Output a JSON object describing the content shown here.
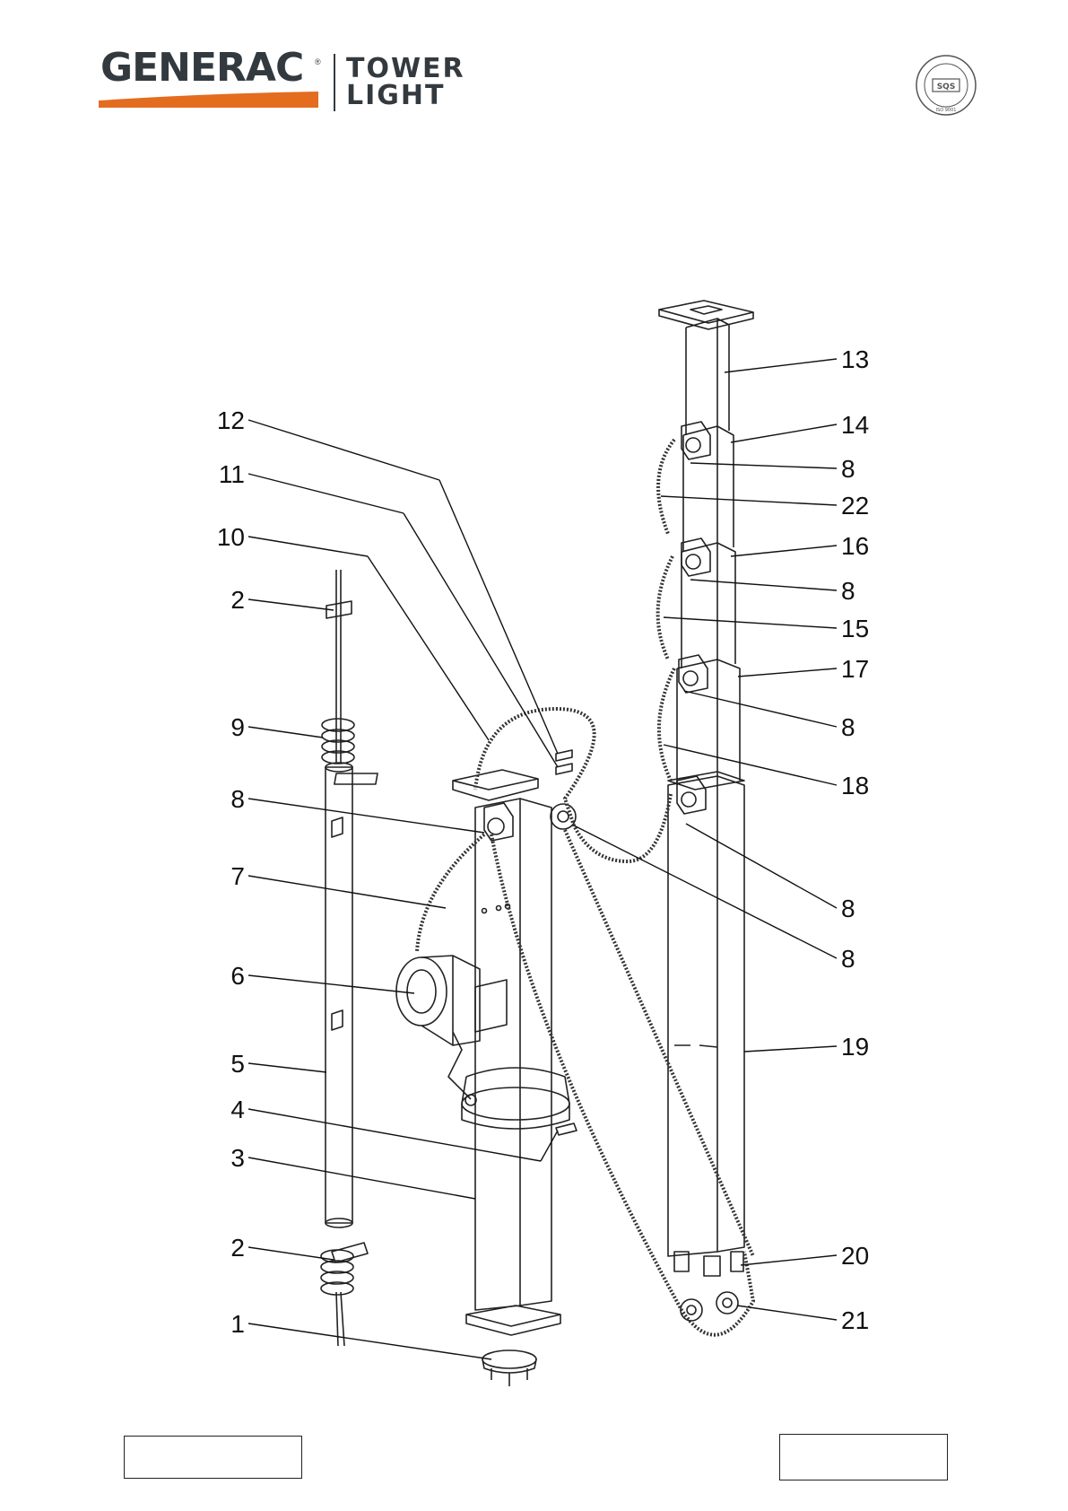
{
  "header": {
    "brand_name": "GENERAC",
    "brand_reg_mark": "®",
    "product_line_1": "TOWER",
    "product_line_2": "LIGHT",
    "brand_accent_color": "#e36c1f",
    "brand_text_color": "#333a3f",
    "cert_seal_icon": "iso-9001-certification-seal-icon",
    "cert_seal_text": "Sistema di management certificato",
    "cert_seal_mark": "SQS",
    "cert_seal_standard": "ISO 9001"
  },
  "diagram": {
    "callouts_left": [
      "12",
      "11",
      "10",
      "2",
      "9",
      "8",
      "7",
      "6",
      "5",
      "4",
      "3",
      "2",
      "1"
    ],
    "callouts_right": [
      "13",
      "14",
      "8",
      "22",
      "16",
      "8",
      "15",
      "17",
      "8",
      "18",
      "8",
      "8",
      "19",
      "20",
      "21"
    ]
  },
  "footer": {
    "left_box_text": "",
    "right_box_text": ""
  }
}
